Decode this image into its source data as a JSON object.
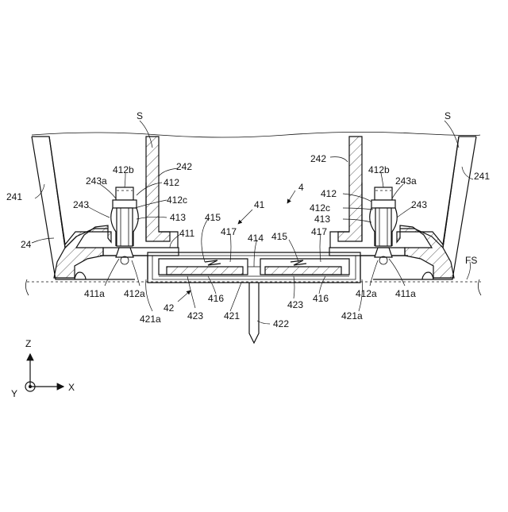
{
  "labels": {
    "S_left": "S",
    "S_right": "S",
    "l241_left": "241",
    "l241_right": "241",
    "l24": "24",
    "l242_left": "242",
    "l242_right": "242",
    "l243a_left": "243a",
    "l243a_right": "243a",
    "l243_left": "243",
    "l243_right": "243",
    "l412b_left": "412b",
    "l412b_right": "412b",
    "l412_left": "412",
    "l412_right": "412",
    "l412c_left": "412c",
    "l412c_right": "412c",
    "l413_left": "413",
    "l413_right": "413",
    "l411": "411",
    "l4": "4",
    "l41": "41",
    "l415_left": "415",
    "l415_right": "415",
    "l417_left": "417",
    "l417_right": "417",
    "l414": "414",
    "lFS": "FS",
    "l411a_left": "411a",
    "l411a_right": "411a",
    "l412a_left": "412a",
    "l412a_right": "412a",
    "l421a_left": "421a",
    "l421a_right": "421a",
    "l42": "42",
    "l423_left": "423",
    "l423_right": "423",
    "l421": "421",
    "l416_left": "416",
    "l416_right": "416",
    "l422": "422"
  },
  "axes": {
    "z": "Z",
    "x": "X",
    "y": "Y"
  }
}
